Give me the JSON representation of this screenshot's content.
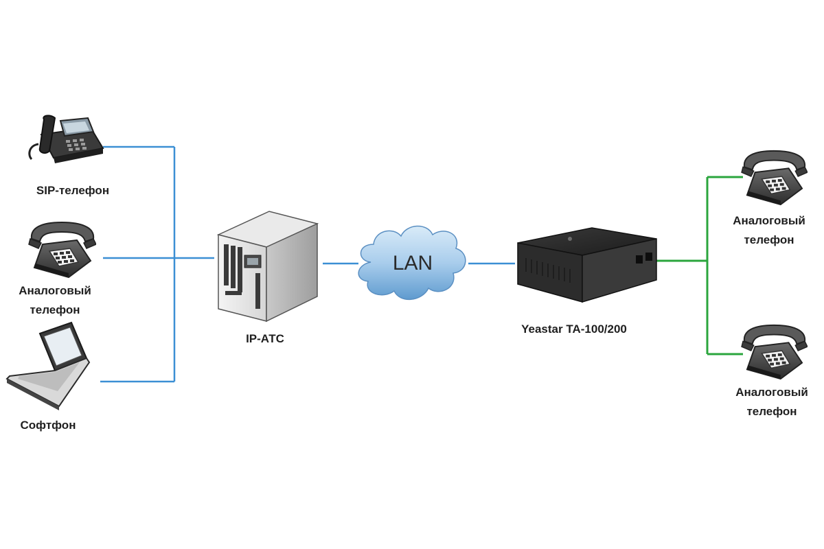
{
  "nodes": {
    "sip_phone": {
      "label": "SIP-телефон"
    },
    "analog_phone_left": {
      "label_lines": [
        "Аналоговый",
        "телефон"
      ]
    },
    "softphone": {
      "label": "Софтфон"
    },
    "ip_pbx": {
      "label": "IP-АТС"
    },
    "lan": {
      "label": "LAN"
    },
    "gateway": {
      "label": "Yeastar TA-100/200"
    },
    "analog_phone_right_top": {
      "label_lines": [
        "Аналоговый",
        "телефон"
      ]
    },
    "analog_phone_right_bottom": {
      "label_lines": [
        "Аналоговый",
        "телефон"
      ]
    }
  },
  "colors": {
    "lan_link": "#3b8fd4",
    "analog_link": "#2aa53c"
  },
  "icons": {
    "sip_phone": "ip-desk-phone-icon",
    "analog_phone": "analog-phone-icon",
    "softphone": "laptop-icon",
    "ip_pbx": "server-icon",
    "lan": "cloud-icon",
    "gateway": "gateway-device-icon"
  }
}
